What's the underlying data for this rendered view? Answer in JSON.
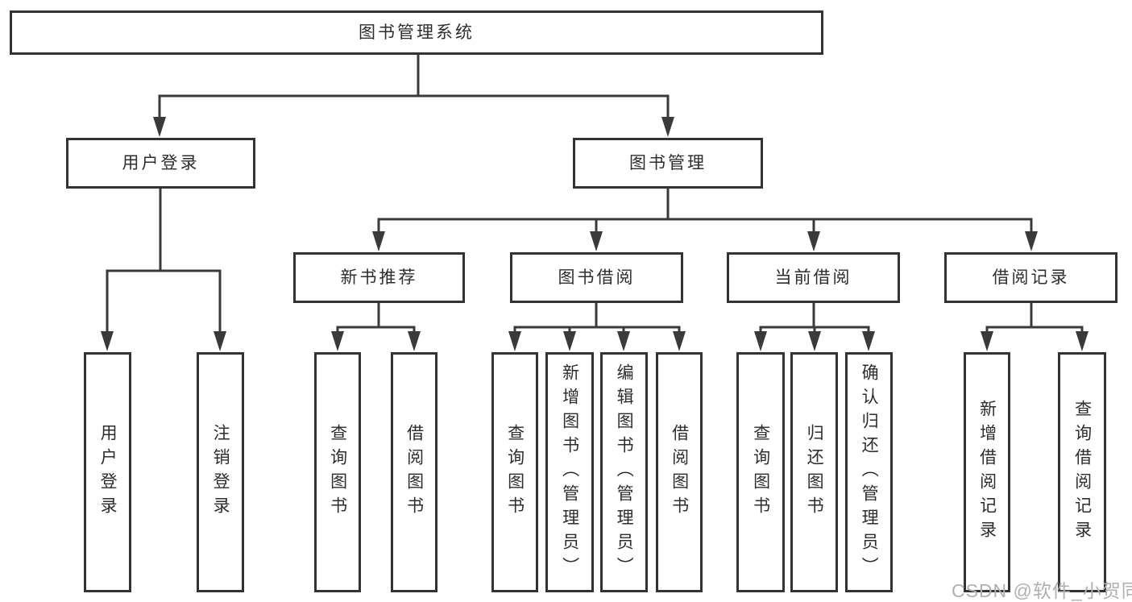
{
  "diagram": {
    "root": {
      "label": "图书管理系统"
    },
    "branches": [
      {
        "label": "用户登录",
        "children": [
          {
            "label": "用户登录"
          },
          {
            "label": "注销登录"
          }
        ]
      },
      {
        "label": "图书管理",
        "children": [
          {
            "label": "新书推荐",
            "children": [
              {
                "label": "查询图书"
              },
              {
                "label": "借阅图书"
              }
            ]
          },
          {
            "label": "图书借阅",
            "children": [
              {
                "label": "查询图书"
              },
              {
                "label": "新增图书（管理员）"
              },
              {
                "label": "编辑图书（管理员）"
              },
              {
                "label": "借阅图书"
              }
            ]
          },
          {
            "label": "当前借阅",
            "children": [
              {
                "label": "查询图书"
              },
              {
                "label": "归还图书"
              },
              {
                "label": "确认归还（管理员）"
              }
            ]
          },
          {
            "label": "借阅记录",
            "children": [
              {
                "label": "新增借阅记录"
              },
              {
                "label": "查询借阅记录"
              }
            ]
          }
        ]
      }
    ],
    "colors": {
      "background": "#ffffff",
      "box_border": "#333333",
      "text": "#2d2d2d",
      "connector": "#3a3a3a",
      "watermark": "#b0b0b0"
    }
  },
  "watermark": {
    "text": "CSDN @软件_小贺同学"
  }
}
